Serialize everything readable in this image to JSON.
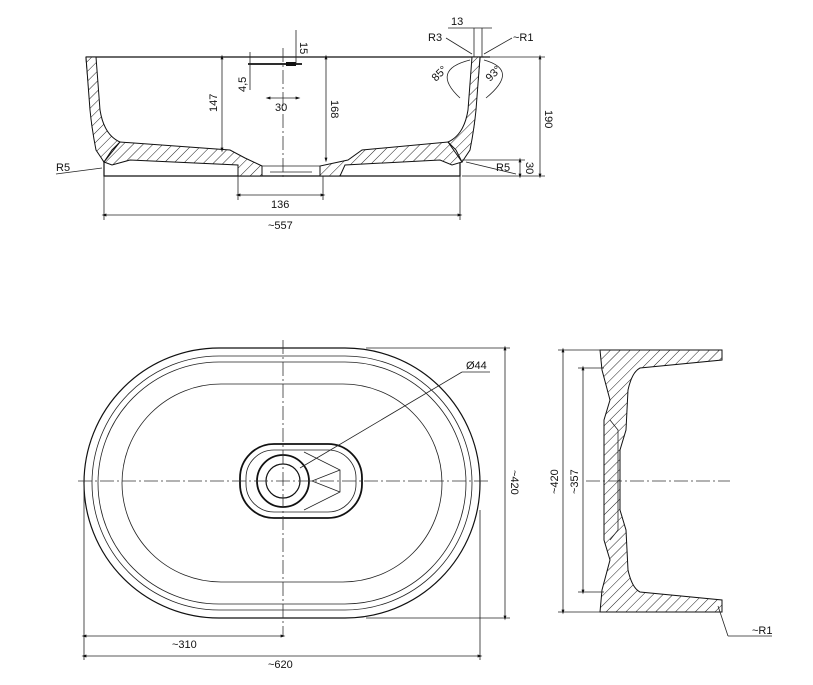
{
  "side_view": {
    "dim_top_15": "15",
    "dim_13": "13",
    "dim_r3": "R3",
    "dim_r1_top": "~R1",
    "dim_4_5": "4,5",
    "dim_30_drain": "30",
    "dim_147": "147",
    "dim_168": "168",
    "dim_85": "85°",
    "dim_93": "93°",
    "dim_190": "190",
    "dim_30_base": "30",
    "dim_r5_left": "R5",
    "dim_r5_right": "R5",
    "dim_136": "136",
    "dim_557": "~557"
  },
  "top_view": {
    "dim_d44": "Ø44",
    "dim_420": "~420",
    "dim_310": "~310",
    "dim_620": "~620"
  },
  "section_view": {
    "dim_420": "~420",
    "dim_357": "~357",
    "dim_r1": "~R1"
  }
}
